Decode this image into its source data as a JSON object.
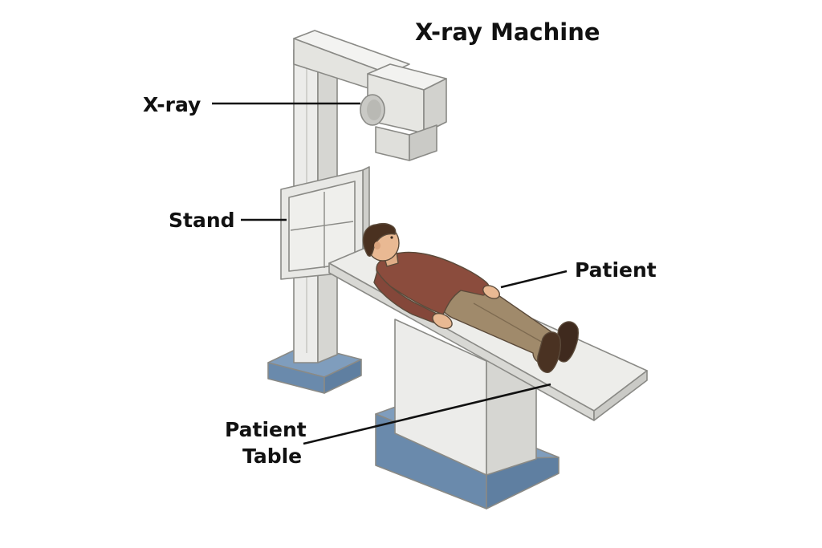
{
  "title": "X-ray Machine",
  "labels": {
    "xray": "X-ray",
    "stand": "Stand",
    "patient": "Patient",
    "patient_table_line1": "Patient",
    "patient_table_line2": "Table"
  },
  "colors": {
    "machine_light": "#ededea",
    "machine_mid": "#dcdcd8",
    "machine_shadow": "#c9c9c5",
    "base_blue": "#7f9dbd",
    "base_blue_dark": "#5f7fa1",
    "shirt": "#8b4c3d",
    "pants": "#a08a6b",
    "skin": "#e9b993",
    "hair": "#4a3120",
    "shoes": "#3f2a1e"
  }
}
